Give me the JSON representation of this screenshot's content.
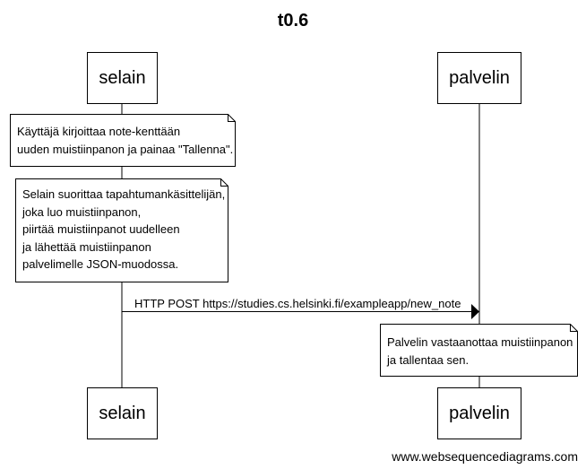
{
  "title": "t0.6",
  "participants": {
    "client": "selain",
    "server": "palvelin"
  },
  "notes": {
    "note1": [
      "Käyttäjä kirjoittaa note-kenttään",
      "uuden muistiinpanon ja painaa \"Tallenna\"."
    ],
    "note2": [
      "Selain suorittaa tapahtumankäsittelijän,",
      "joka luo muistiinpanon,",
      "piirtää muistiinpanot uudelleen",
      "ja lähettää muistiinpanon",
      "palvelimelle JSON-muodossa."
    ],
    "note3": [
      "Palvelin vastaanottaa muistiinpanon",
      "ja tallentaa sen."
    ]
  },
  "message": {
    "label": "HTTP POST https://studies.cs.helsinki.fi/exampleapp/new_note"
  },
  "watermark": "www.websequencediagrams.com"
}
